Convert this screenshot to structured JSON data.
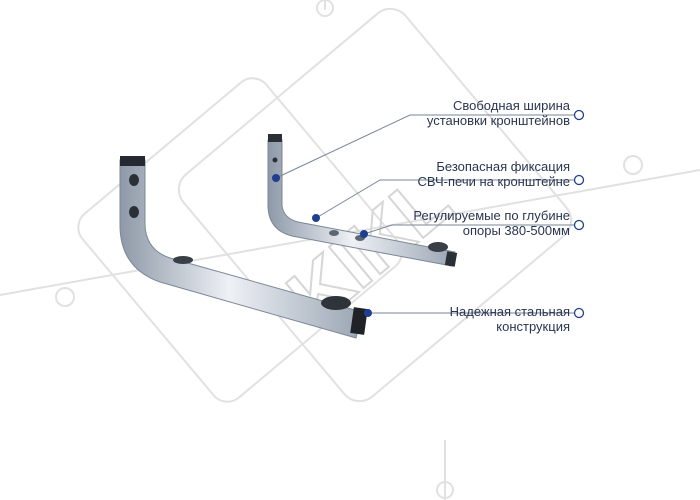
{
  "watermark": {
    "text": "KIKL"
  },
  "callouts": [
    {
      "line1": "Свободная ширина",
      "line2": "установки кронштейнов"
    },
    {
      "line1": "Безопасная фиксация",
      "line2": "СВЧ-печи на кронштейне"
    },
    {
      "line1": "Регулируемые по глубине",
      "line2": "опоры 380-500мм"
    },
    {
      "line1": "Надежная стальная",
      "line2": "конструкция"
    }
  ],
  "colors": {
    "accent": "#1f3f8f",
    "leader": "#7a8699",
    "steel_light": "#e9edf2",
    "steel_dark": "#8a96a6",
    "watermark": "#d9d9d9"
  }
}
